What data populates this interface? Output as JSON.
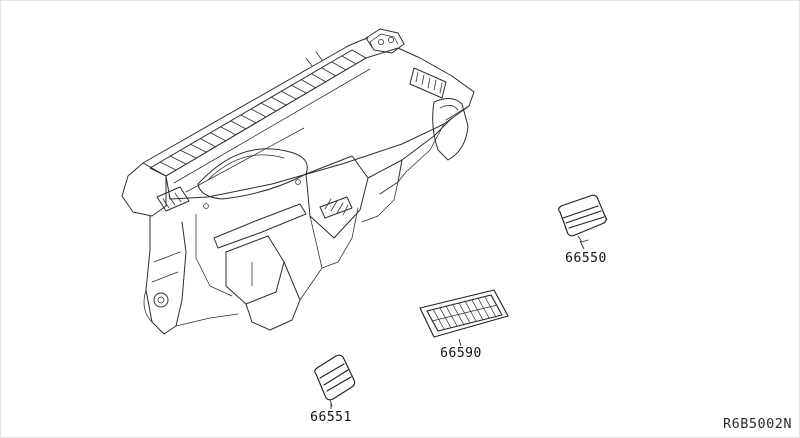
{
  "diagram": {
    "part_labels": {
      "p66550": "66550",
      "p66590": "66590",
      "p66551": "66551"
    },
    "reference_code": "R6B5002N"
  }
}
